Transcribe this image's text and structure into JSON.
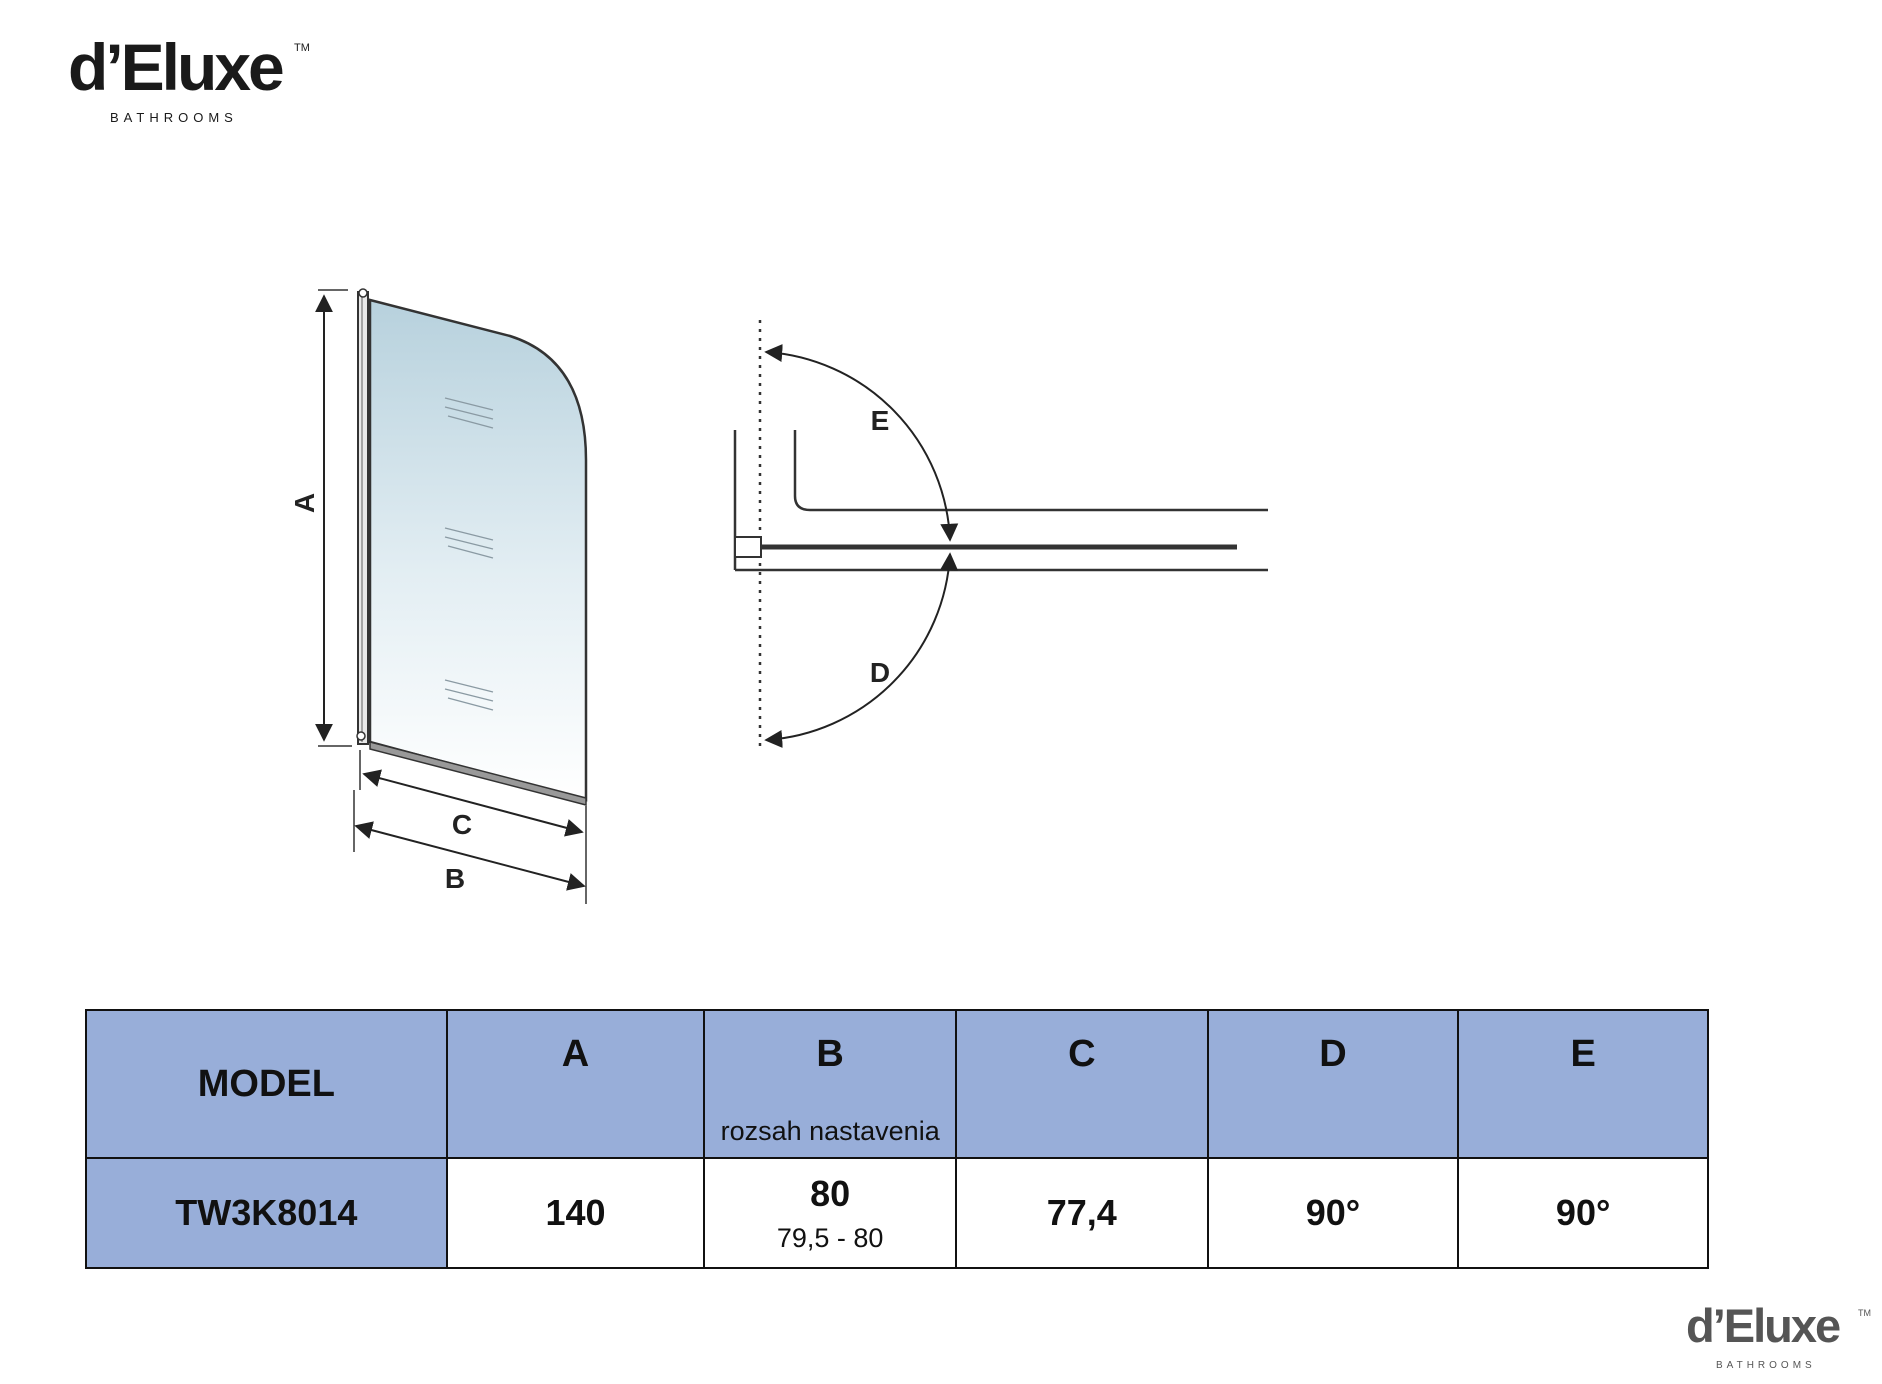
{
  "brand": {
    "name": "d’Eluxe",
    "trademark": "TM",
    "tagline": "BATHROOMS"
  },
  "diagram": {
    "labels": {
      "a": "A",
      "b": "B",
      "c": "C",
      "d": "D",
      "e": "E"
    }
  },
  "table": {
    "headers": {
      "model": "MODEL",
      "a": "A",
      "b": "B",
      "b_sub": "rozsah nastavenia",
      "c": "C",
      "d": "D",
      "e": "E"
    },
    "row": {
      "model": "TW3K8014",
      "a": "140",
      "b": "80",
      "b_range": "79,5 - 80",
      "c": "77,4",
      "d": "90°",
      "e": "90°"
    }
  }
}
